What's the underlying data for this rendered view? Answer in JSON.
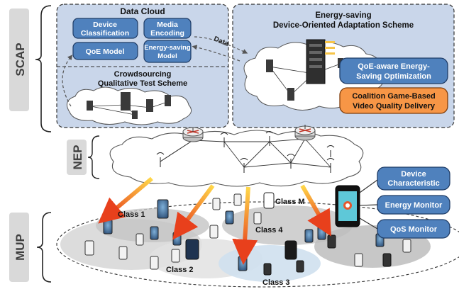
{
  "layers": {
    "scap": "SCAP",
    "nep": "NEP",
    "mup": "MUP"
  },
  "data_cloud": {
    "title": "Data Cloud",
    "device_classification": [
      "Device",
      "Classification"
    ],
    "media_encoding": [
      "Media",
      "Encoding"
    ],
    "qoe_model": "QoE Model",
    "energy_saving_model": [
      "Energy-saving",
      "Model"
    ]
  },
  "crowdsourcing": {
    "title": [
      "Crowdsourcing",
      "Qualitative Test Scheme"
    ]
  },
  "energy_scheme": {
    "title": [
      "Energy-saving",
      "Device-Oriented Adaptation Scheme"
    ],
    "qoe_optimization": [
      "QoE-aware Energy-",
      "Saving Optimization"
    ],
    "coalition_game": [
      "Coalition Game-Based",
      "Video Quality Delivery"
    ]
  },
  "data_arrow_label": "Data",
  "classes": {
    "class1": "Class 1",
    "class2": "Class 2",
    "class3": "Class 3",
    "class4": "Class 4",
    "classm": "Class M"
  },
  "monitors": {
    "device_characteristic": [
      "Device",
      "Characteristic"
    ],
    "energy_monitor": "Energy Monitor",
    "qos_monitor": "QoS Monitor"
  },
  "colors": {
    "panel_fill": "#c9d6ea",
    "box_fill": "#4f81bd",
    "box_stroke": "#1f3c66",
    "orange": "#f79646",
    "layer_tag": "#d9d9d9"
  }
}
